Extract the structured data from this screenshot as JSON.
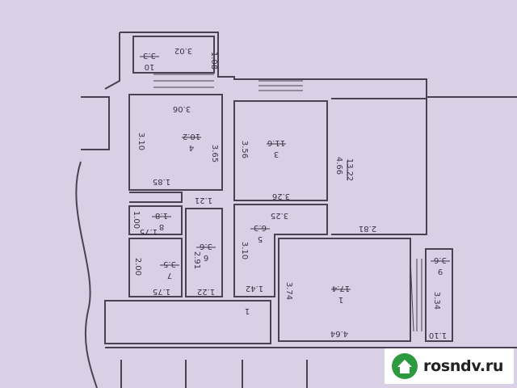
{
  "colors": {
    "paper": "#d9d0e6",
    "wall": "#4a4254",
    "text": "#3a3346",
    "brand": "#2e9a3f"
  },
  "rooms": [
    {
      "number": "10",
      "area": "3.3"
    },
    {
      "number": "4",
      "area": "10.2"
    },
    {
      "number": "3",
      "area": "11.6"
    },
    {
      "number": "2",
      "area": "13.2"
    },
    {
      "number": "8",
      "area": "1.8"
    },
    {
      "number": "7",
      "area": "3.5"
    },
    {
      "number": "6",
      "area": "3.6"
    },
    {
      "number": "5",
      "area": "6.3"
    },
    {
      "number": "1",
      "area": "17.4"
    },
    {
      "number": "9",
      "area": "3.6"
    }
  ],
  "dimensions": [
    "3.02",
    "1.08",
    "3.06",
    "3.10",
    "3.65",
    "1.85",
    "1.21",
    "3.56",
    "3.26",
    "4.66",
    "2.81",
    "1.00",
    "1.75",
    "2.00",
    "1.75",
    "2.91",
    "1.22",
    "3.25",
    "3.10",
    "1.42",
    "3.74",
    "4.64",
    "3.34",
    "1.10",
    "1"
  ],
  "watermark": {
    "text": "rosndv.ru",
    "icon": "house-pin-icon"
  }
}
